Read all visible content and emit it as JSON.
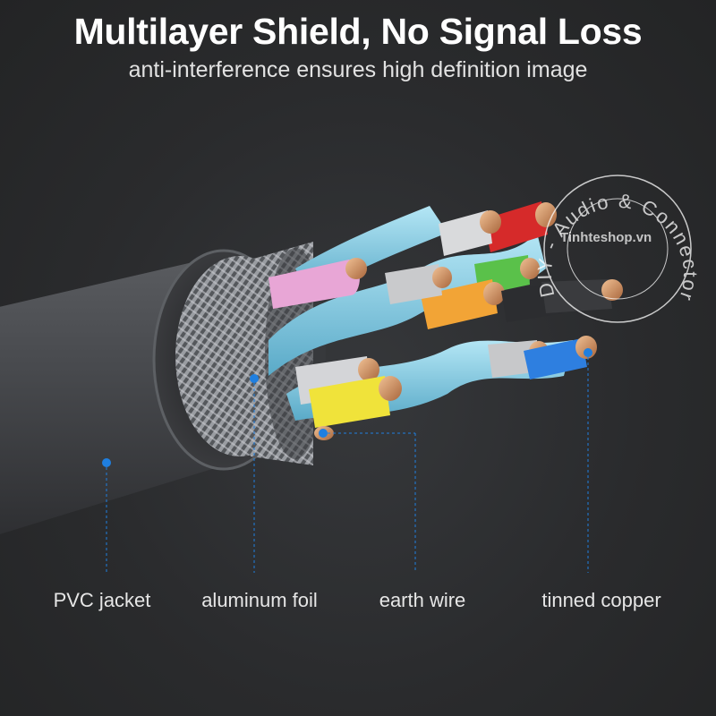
{
  "header": {
    "title": "Multilayer Shield, No Signal Loss",
    "subtitle": "anti-interference ensures high definition image"
  },
  "callouts": [
    {
      "label": "PVC jacket"
    },
    {
      "label": "aluminum foil"
    },
    {
      "label": "earth wire"
    },
    {
      "label": "tinned copper"
    }
  ],
  "watermark": {
    "ring_text": "DIY - Audio & Connector",
    "shop": "Tinhteshop.vn"
  },
  "colors": {
    "background": "#2b2c2e",
    "marker": "#1f7fe0",
    "jacket": "#4a4c50",
    "pair_insulation": "#7cc6e0",
    "copper": "#c8875a"
  }
}
